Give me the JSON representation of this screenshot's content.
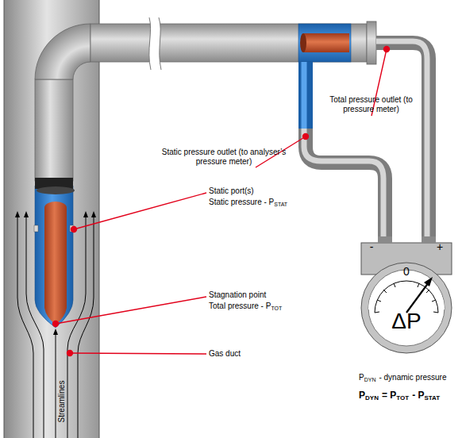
{
  "diagram": {
    "nodes": [
      {
        "text": [
          "-",
          "+",
          "0",
          "ΔP"
        ]
      }
    ],
    "labels": [
      "Static pressure outlet (to analyser’s pressure meter)",
      "Total pressure outlet (to pressure meter)",
      "Static port(s)",
      "Static pressure - P",
      "STAT",
      "Stagnation point",
      "Total pressure - P",
      "TOT",
      "Streamlines",
      "Gas duct",
      "P",
      "DYN",
      "- dynamic pressure",
      "P",
      "DYN",
      "= P",
      "TOT",
      "- P",
      "STAT"
    ]
  }
}
